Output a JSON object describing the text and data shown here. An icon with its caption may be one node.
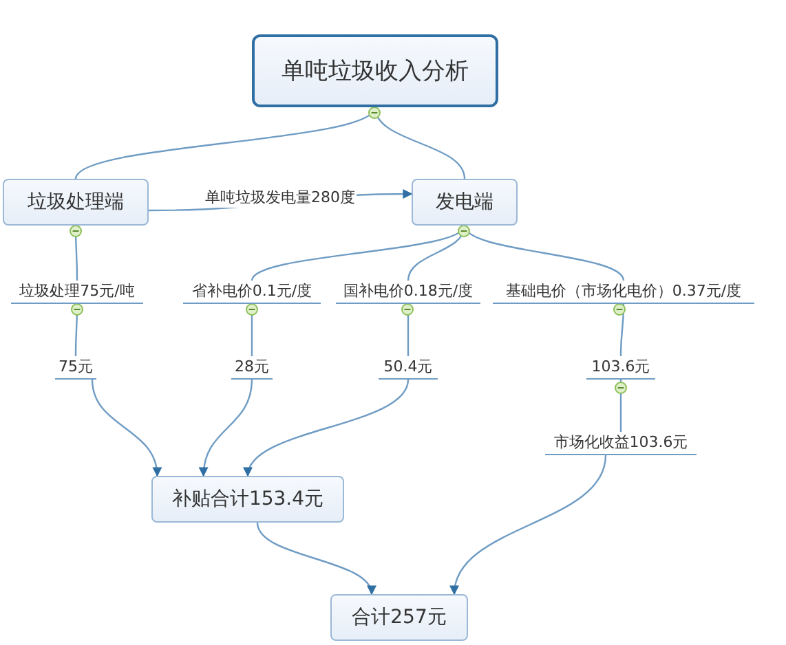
{
  "diagram": {
    "nodes": [
      {
        "text": [
          "单吨垃圾收入分析"
        ]
      },
      {
        "text": [
          "垃圾处理端"
        ]
      },
      {
        "text": [
          "发电端"
        ]
      },
      {
        "text": [
          "垃圾处理75元/吨"
        ]
      },
      {
        "text": [
          "省补电价0.1元/度"
        ]
      },
      {
        "text": [
          "国补电价0.18元/度"
        ]
      },
      {
        "text": [
          "基础电价（市场化电价）0.37元/度"
        ]
      },
      {
        "text": [
          "75元"
        ]
      },
      {
        "text": [
          "28元"
        ]
      },
      {
        "text": [
          "50.4元"
        ]
      },
      {
        "text": [
          "103.6元"
        ]
      },
      {
        "text": [
          "市场化收益103.6元"
        ]
      },
      {
        "text": [
          "补贴合计153.4元"
        ]
      },
      {
        "text": [
          "合计257元"
        ]
      }
    ],
    "edges": [
      {
        "from": 0,
        "to": 1,
        "arrow": "none"
      },
      {
        "from": 0,
        "to": 2,
        "arrow": "none"
      },
      {
        "from": 1,
        "to": 2,
        "arrow": "to",
        "label": "单吨垃圾发电量280度"
      },
      {
        "from": 1,
        "to": 3,
        "arrow": "none"
      },
      {
        "from": 2,
        "to": 4,
        "arrow": "none"
      },
      {
        "from": 2,
        "to": 5,
        "arrow": "none"
      },
      {
        "from": 2,
        "to": 6,
        "arrow": "none"
      },
      {
        "from": 3,
        "to": 7,
        "arrow": "none"
      },
      {
        "from": 4,
        "to": 8,
        "arrow": "none"
      },
      {
        "from": 5,
        "to": 9,
        "arrow": "none"
      },
      {
        "from": 6,
        "to": 10,
        "arrow": "none"
      },
      {
        "from": 10,
        "to": 11,
        "arrow": "none"
      },
      {
        "from": 7,
        "to": 12,
        "arrow": "to"
      },
      {
        "from": 8,
        "to": 12,
        "arrow": "to"
      },
      {
        "from": 9,
        "to": 12,
        "arrow": "to"
      },
      {
        "from": 12,
        "to": 13,
        "arrow": "to"
      },
      {
        "from": 11,
        "to": 13,
        "arrow": "to"
      }
    ]
  }
}
